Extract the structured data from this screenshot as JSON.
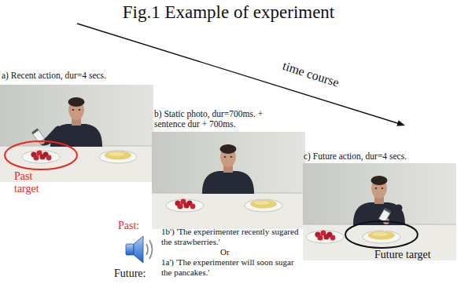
{
  "diagram": {
    "title": "Fig.1 Example of experiment",
    "labels": [
      "a) Recent action, dur=4 secs.",
      "Past target",
      "time course",
      "b) Static photo, dur=700ms. + sentence dur + 700ms.",
      "c) Future action, dur=4 secs.",
      "Past:",
      "1b') 'The experimenter recently sugared the strawberries.'",
      "Or",
      "Future:",
      "1a') 'The experimenter will soon sugar the pancakes.'",
      "Future target"
    ]
  }
}
